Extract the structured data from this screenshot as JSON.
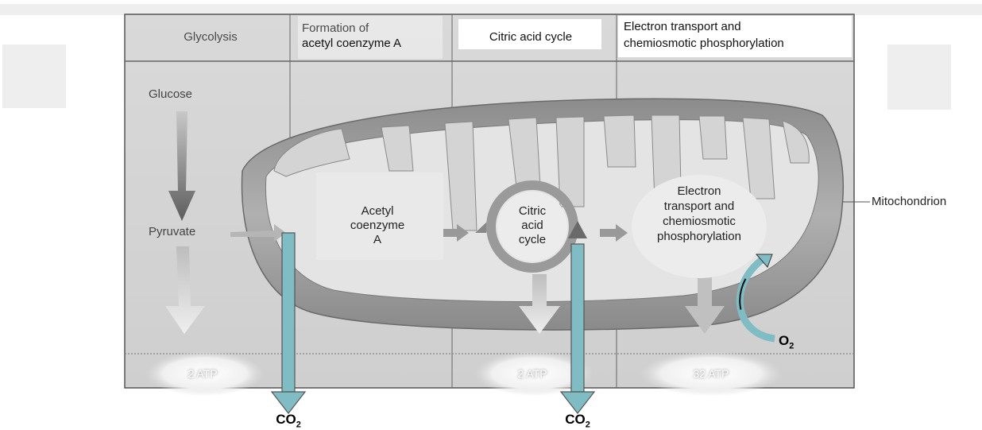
{
  "headers": {
    "glycolysis": "Glycolysis",
    "formation_line1": "Formation of",
    "formation_line2": "acetyl coenzyme A",
    "citric": "Citric acid cycle",
    "etc_line1": "Electron transport and",
    "etc_line2": "chemiosmotic phosphorylation"
  },
  "labels": {
    "glucose": "Glucose",
    "pyruvate": "Pyruvate",
    "acetyl_line1": "Acetyl",
    "acetyl_line2": "coenzyme",
    "acetyl_line3": "A",
    "citric_line1": "Citric",
    "citric_line2": "acid",
    "citric_line3": "cycle",
    "etc_line1": "Electron",
    "etc_line2": "transport and",
    "etc_line3": "chemiosmotic",
    "etc_line4": "phosphorylation",
    "mitochondrion": "Mitochondrion"
  },
  "yields": {
    "glycolysis_atp": "2 ATP",
    "citric_atp": "2 ATP",
    "etc_atp": "32 ATP"
  },
  "molecules": {
    "co2_base": "CO",
    "co2_sub": "2",
    "o2_base": "O",
    "o2_sub": "2"
  },
  "colors": {
    "table_bg": "#dcdcdc",
    "mito_outer": "#9a9a9a",
    "mito_inner": "#e6e6e6",
    "co2_arrow": "#7fbcc4",
    "o2_arrow": "#7fbcc4"
  }
}
